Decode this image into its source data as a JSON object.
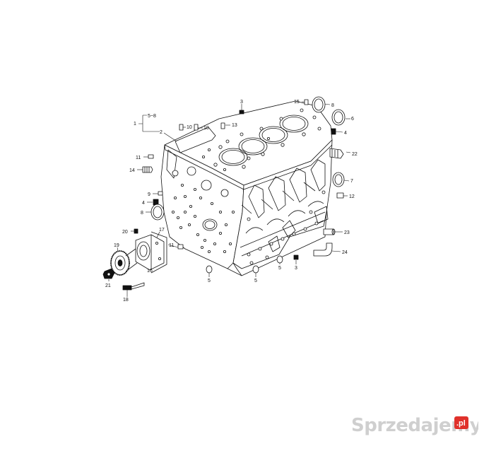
{
  "diagram": {
    "callouts": [
      {
        "id": "c1",
        "text": "1"
      },
      {
        "id": "c2",
        "text": "2"
      },
      {
        "id": "c3a",
        "text": "3"
      },
      {
        "id": "c3b",
        "text": "3"
      },
      {
        "id": "c4a",
        "text": "4"
      },
      {
        "id": "c4b",
        "text": "4"
      },
      {
        "id": "c5a",
        "text": "5"
      },
      {
        "id": "c5b",
        "text": "5"
      },
      {
        "id": "c5c",
        "text": "5"
      },
      {
        "id": "c6",
        "text": "6"
      },
      {
        "id": "c7",
        "text": "7"
      },
      {
        "id": "c8a",
        "text": "8"
      },
      {
        "id": "c8b",
        "text": "8"
      },
      {
        "id": "c9",
        "text": "9"
      },
      {
        "id": "c10a",
        "text": "10"
      },
      {
        "id": "c10b",
        "text": "10"
      },
      {
        "id": "c11a",
        "text": "11"
      },
      {
        "id": "c11b",
        "text": "11"
      },
      {
        "id": "c12",
        "text": "12"
      },
      {
        "id": "c13",
        "text": "13"
      },
      {
        "id": "c14",
        "text": "14"
      },
      {
        "id": "c15",
        "text": "15"
      },
      {
        "id": "c16",
        "text": "16"
      },
      {
        "id": "c17",
        "text": "17"
      },
      {
        "id": "c18",
        "text": "18"
      },
      {
        "id": "c19",
        "text": "19"
      },
      {
        "id": "c20",
        "text": "20"
      },
      {
        "id": "c21",
        "text": "21"
      },
      {
        "id": "c22",
        "text": "22"
      },
      {
        "id": "c23",
        "text": "23"
      },
      {
        "id": "c24",
        "text": "24"
      },
      {
        "id": "c58",
        "text": "5~8"
      }
    ]
  },
  "watermark": {
    "text": "Sprzedajemy",
    "badge": ".pl",
    "color": "#cfcfcf",
    "badge_color": "#e0312b"
  }
}
